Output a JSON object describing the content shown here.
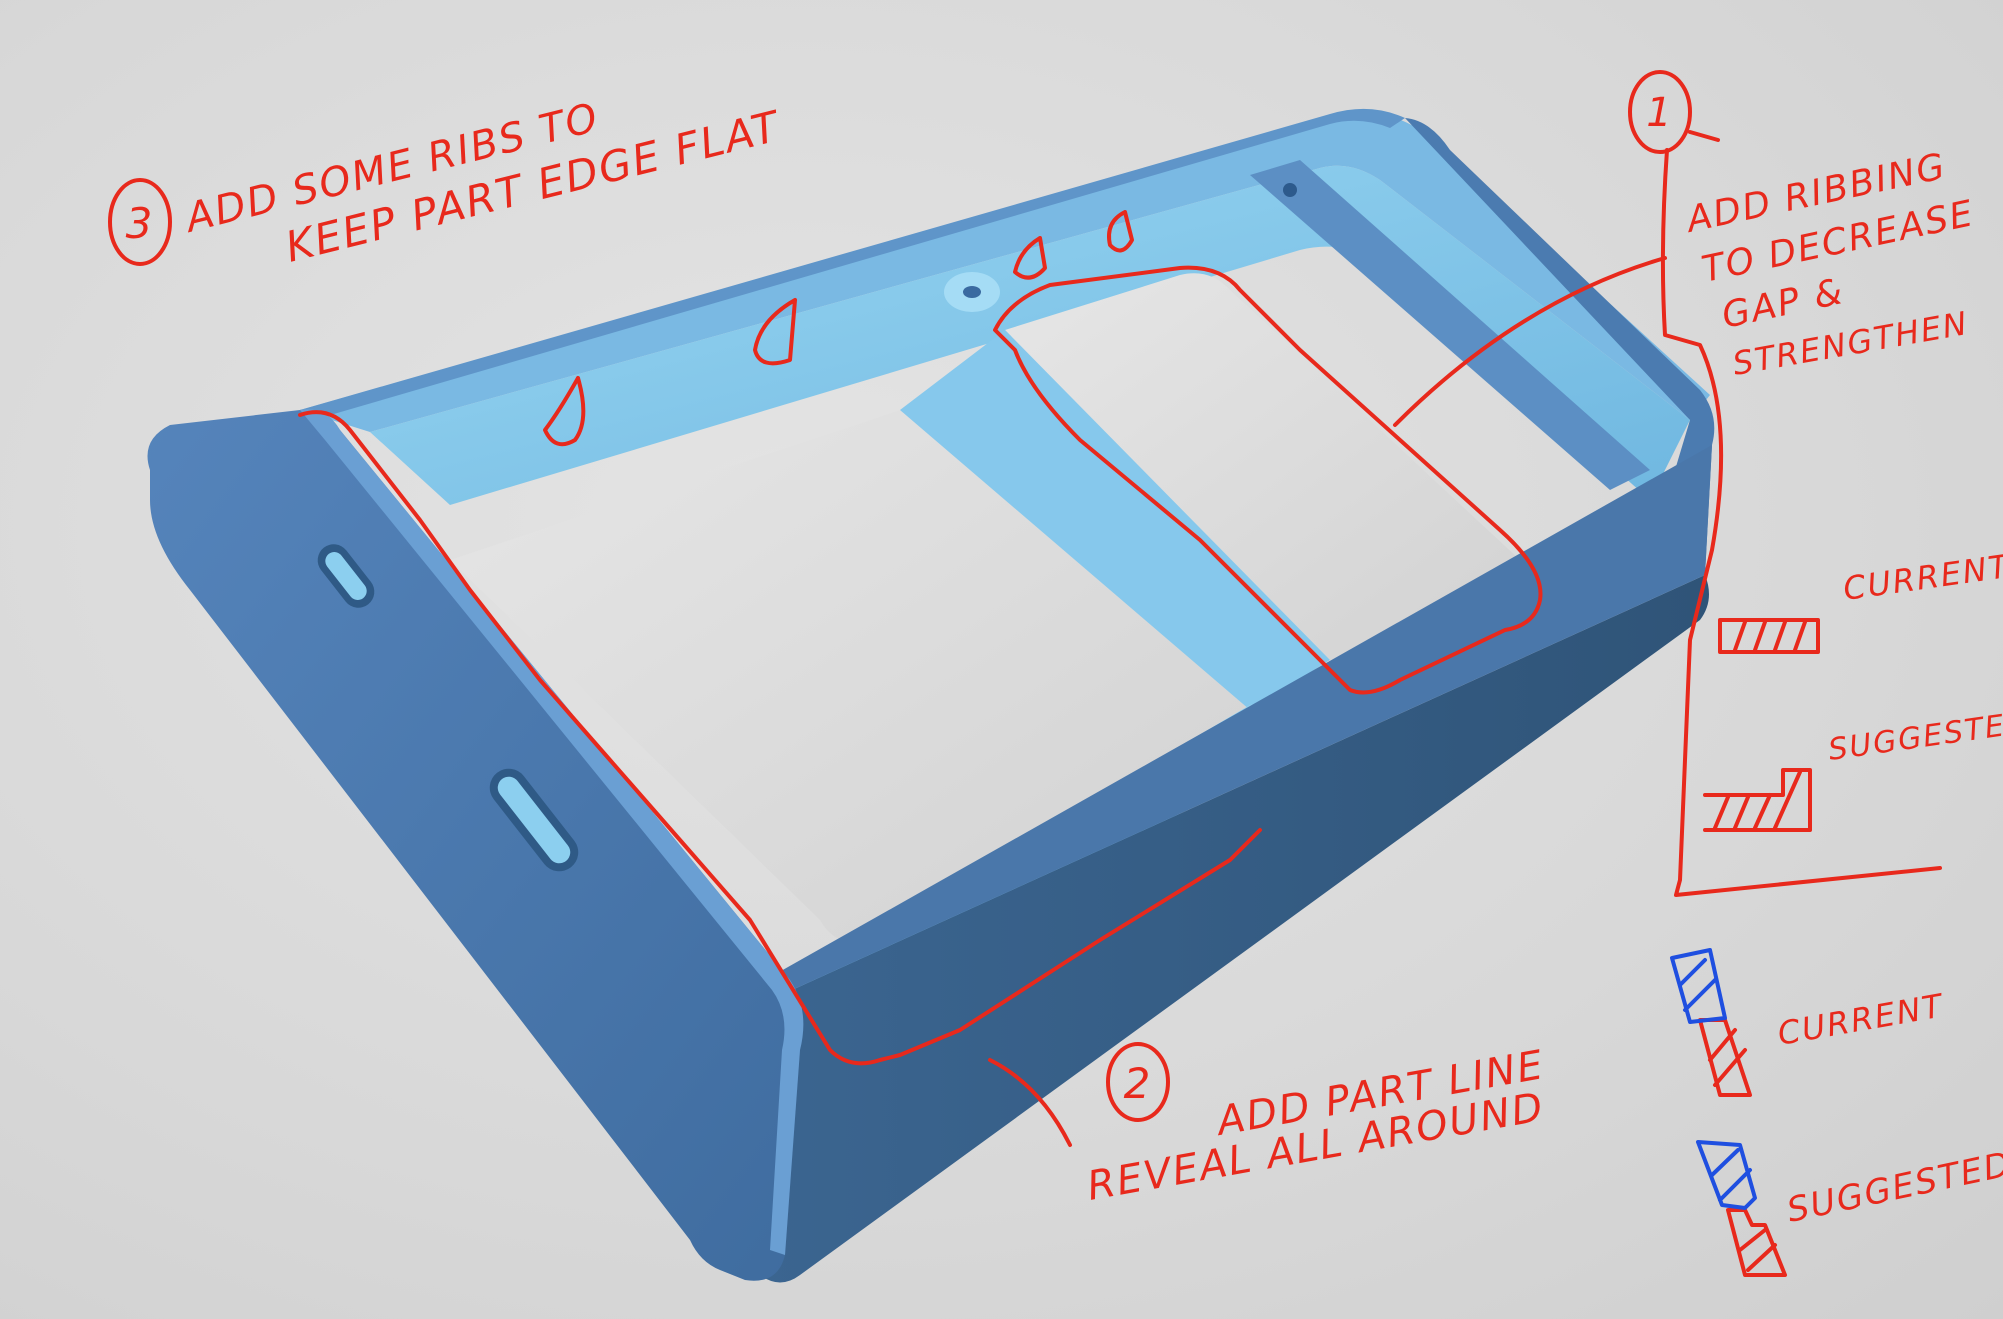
{
  "annotations": {
    "note1": {
      "number": "1",
      "lines": [
        "ADD RIBBING",
        "TO DECREASE",
        "GAP &",
        "STRENGTHEN"
      ]
    },
    "note2": {
      "number": "2",
      "lines": [
        "ADD PART LINE",
        "REVEAL ALL AROUND"
      ]
    },
    "note3": {
      "number": "3",
      "lines": [
        "ADD SOME RIBS TO",
        "KEEP PART EDGE FLAT"
      ]
    },
    "rib_section": {
      "current_label": "CURRENT",
      "suggested_label": "SUGGESTED"
    },
    "reveal_section": {
      "current_label": "CURRENT",
      "suggested_label": "SUGGESTED"
    }
  },
  "colors": {
    "ink_red": "#e8291c",
    "ink_blue": "#1f4fe0",
    "part_blue": "#4f7fb5",
    "part_light": "#8ccfef",
    "background": "#d8d8d8"
  }
}
